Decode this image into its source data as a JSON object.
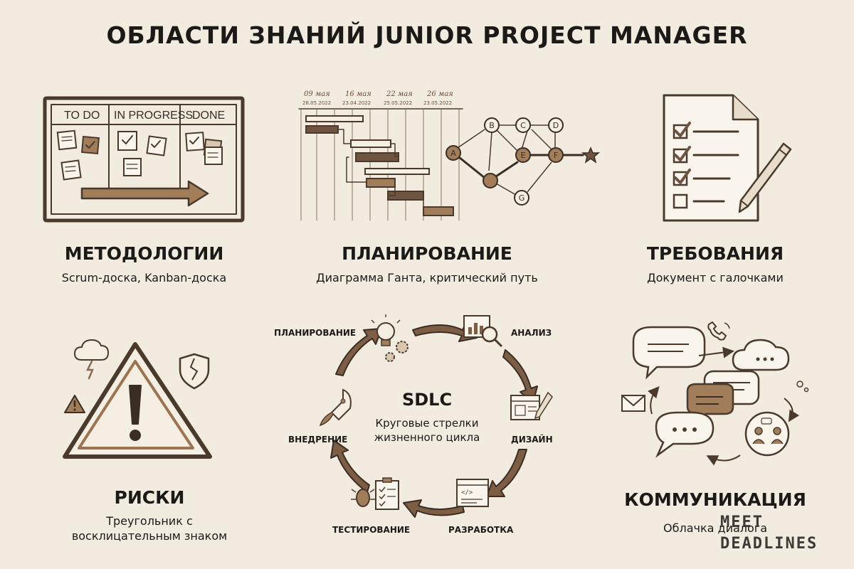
{
  "title": "ОБЛАСТИ ЗНАНИЙ JUNIOR PROJECT MANAGER",
  "sections": {
    "methodologies": {
      "heading": "МЕТОДОЛОГИИ",
      "subtitle": "Scrum-доска, Kanban-доска"
    },
    "planning": {
      "heading": "ПЛАНИРОВАНИЕ",
      "subtitle": "Диаграмма Ганта, критический путь"
    },
    "requirements": {
      "heading": "ТРЕБОВАНИЯ",
      "subtitle": "Документ с галочками"
    },
    "risks": {
      "heading": "РИСКИ",
      "subtitle_line1": "Треугольник с",
      "subtitle_line2": "восклицательным знаком"
    },
    "communication": {
      "heading": "КОММУНИКАЦИЯ",
      "subtitle": "Облачка диалога"
    }
  },
  "kanban": {
    "columns": [
      "TO DO",
      "IN PROGRESS",
      "DONE"
    ]
  },
  "gantt": {
    "dates_top": [
      "09 мая",
      "16 мая",
      "22 мая",
      "26 мая"
    ],
    "dates_bottom": [
      "28.05.2022",
      "23.04.2022",
      "25.05.2022",
      "23.05.2022"
    ],
    "nodes": [
      "A",
      "B",
      "C",
      "D",
      "E",
      "F",
      "G"
    ]
  },
  "sdlc": {
    "title": "SDLC",
    "subtitle_line1": "Круговые стрелки",
    "subtitle_line2": "жизненного цикла",
    "stages": {
      "planning": "ПЛАНИРОВАНИЕ",
      "analysis": "АНАЛИЗ",
      "design": "ДИЗАЙН",
      "development": "РАЗРАБОТКА",
      "testing": "ТЕСТИРОВАНИЕ",
      "deployment": "ВНЕДРЕНИЕ"
    }
  },
  "watermark": {
    "line1": "MEET",
    "line2": "DEADLINES"
  }
}
